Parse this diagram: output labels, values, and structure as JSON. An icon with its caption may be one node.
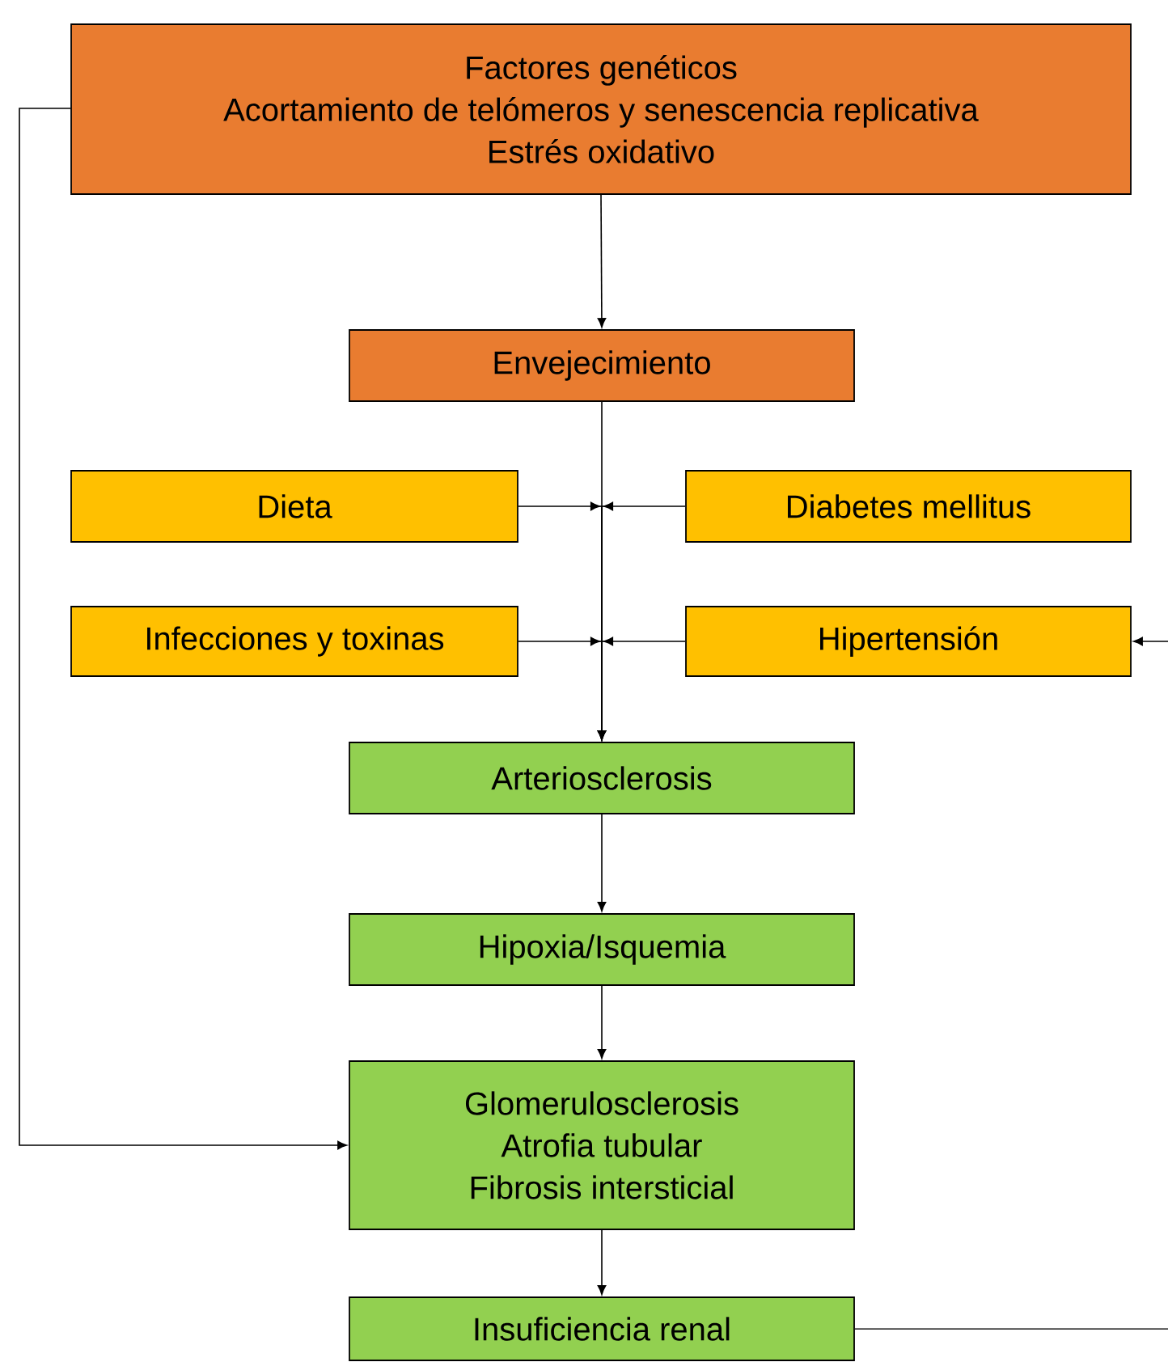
{
  "diagram": {
    "nodes": [
      {
        "text": [
          "Factores genéticos",
          "Acortamiento de telómeros y senescencia replicativa",
          "Estrés oxidativo"
        ]
      },
      {
        "text": [
          "Envejecimiento"
        ]
      },
      {
        "text": [
          "Dieta"
        ]
      },
      {
        "text": [
          "Diabetes mellitus"
        ]
      },
      {
        "text": [
          "Infecciones y toxinas"
        ]
      },
      {
        "text": [
          "Hipertensión"
        ]
      },
      {
        "text": [
          "Arteriosclerosis"
        ]
      },
      {
        "text": [
          "Hipoxia/Isquemia"
        ]
      },
      {
        "text": [
          "Glomerulosclerosis",
          "Atrofia tubular",
          "Fibrosis intersticial"
        ]
      },
      {
        "text": [
          "Insuficiencia renal"
        ]
      }
    ],
    "edges": [
      {
        "from": 0,
        "to": 1,
        "arrow": "to"
      },
      {
        "from": 1,
        "to": 6,
        "arrow": "to"
      },
      {
        "from": 2,
        "to": 6,
        "arrow": "to"
      },
      {
        "from": 3,
        "to": 6,
        "arrow": "to"
      },
      {
        "from": 4,
        "to": 6,
        "arrow": "to"
      },
      {
        "from": 5,
        "to": 6,
        "arrow": "to"
      },
      {
        "from": 6,
        "to": 7,
        "arrow": "to"
      },
      {
        "from": 7,
        "to": 8,
        "arrow": "to"
      },
      {
        "from": 8,
        "to": 9,
        "arrow": "to"
      },
      {
        "from": 0,
        "to": 8,
        "arrow": "to"
      },
      {
        "from": 9,
        "to": null,
        "arrow": "none"
      },
      {
        "from": null,
        "to": 5,
        "arrow": "to"
      }
    ]
  }
}
